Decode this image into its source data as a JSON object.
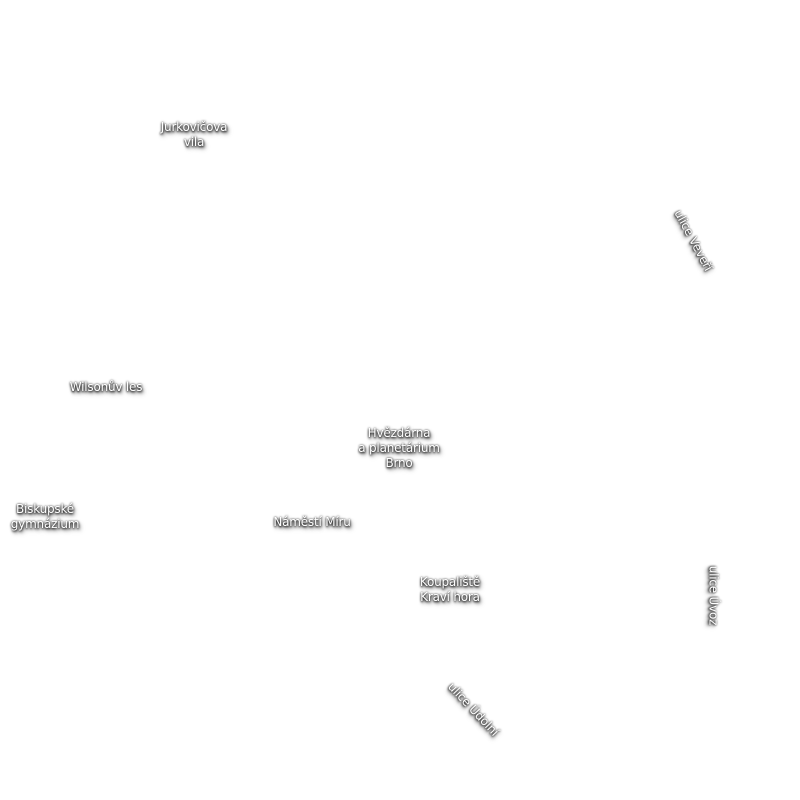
{
  "map": {
    "places": {
      "jurkovicova_vila": "Jurkovičova\nvila",
      "wilsonuv_les": "Wilsonův les",
      "hvezdarna": "Hvězdárna\na planetárium\nBrno",
      "biskupske_gymnazium": "Biskupské\ngymnázium",
      "namesti_miru": "Náměstí Míru",
      "koupaliste": "Koupaliště\nKraví hora"
    },
    "streets": {
      "veveri": "ulice Veveří",
      "hrnz": "ulice Úvoz",
      "udolni": "ulice Údolní"
    }
  }
}
